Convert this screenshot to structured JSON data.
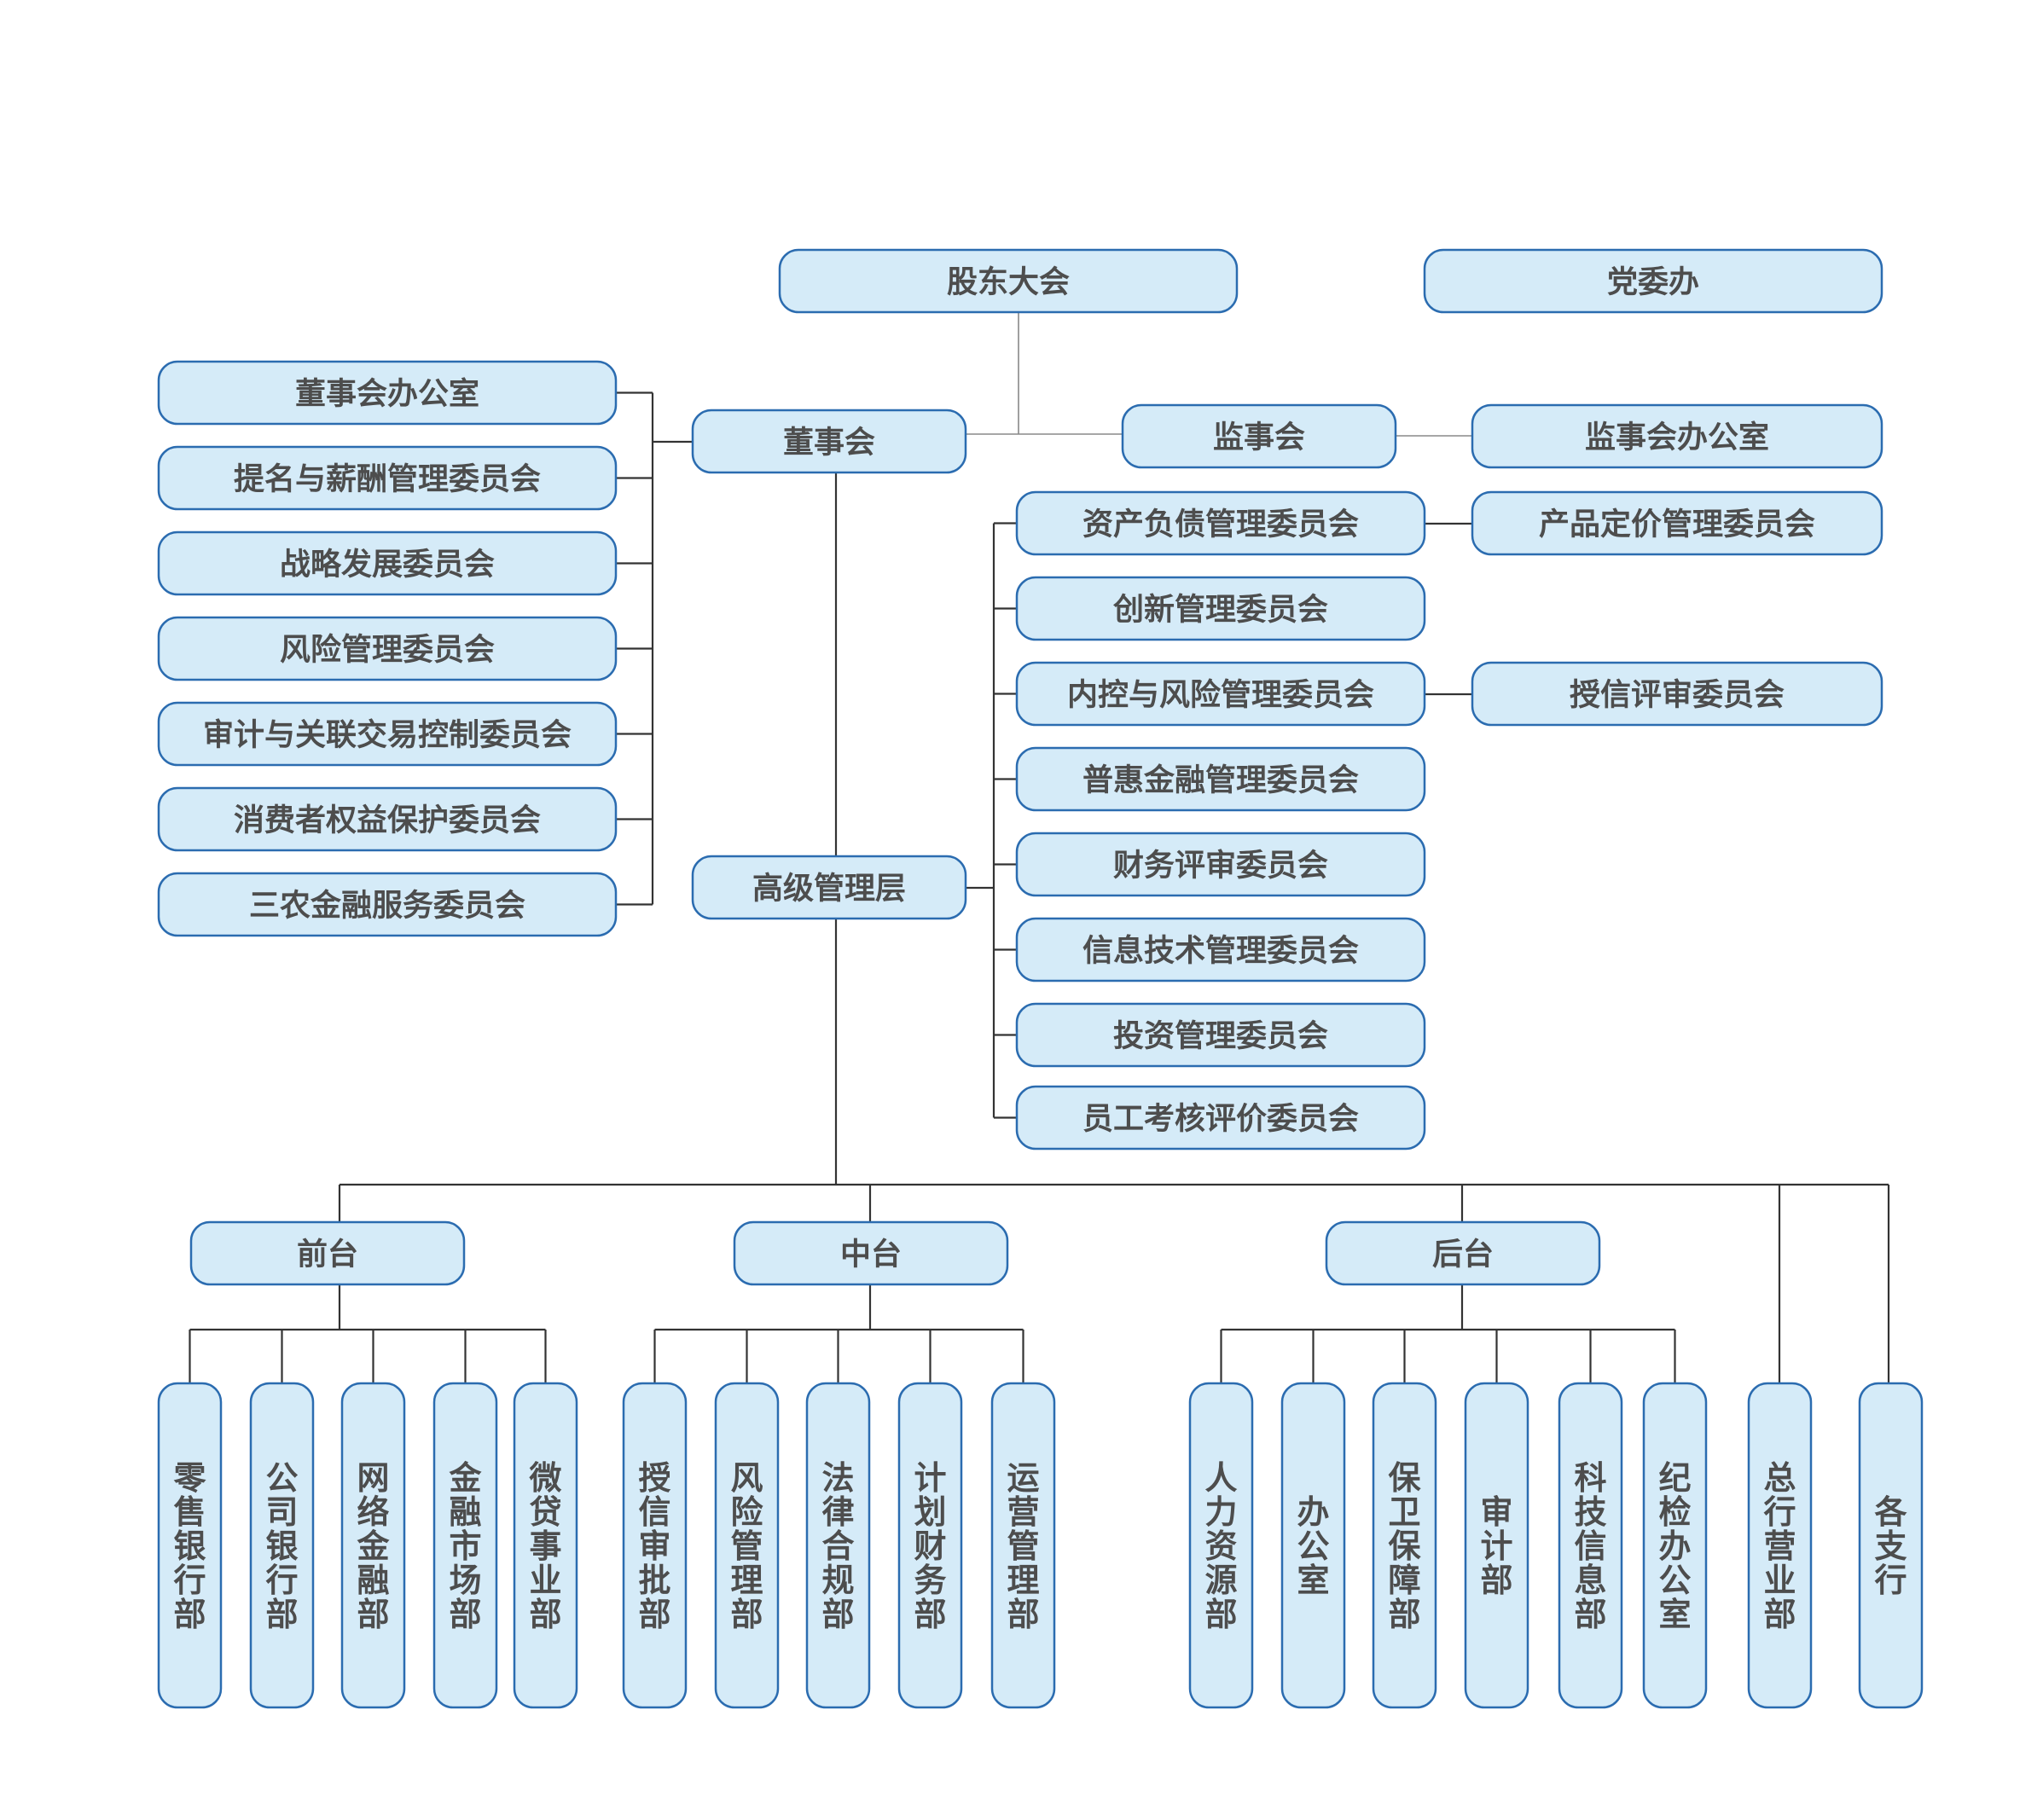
{
  "top": {
    "shareholders": "股东大会",
    "party_office": "党委办"
  },
  "board": {
    "label": "董事会",
    "committees": [
      "董事会办公室",
      "提名与薪酬管理委员会",
      "战略发展委员会",
      "风险管理委员会",
      "审计与关联交易控制委员会",
      "消费者权益保护委员会",
      "三农金融服务委员会"
    ]
  },
  "supervisory": {
    "label": "监事会",
    "office": "监事会办公室"
  },
  "management": {
    "label": "高级管理层",
    "committees": [
      "资产负债管理委员会",
      "创新管理委员会",
      "内控与风险管理委员会",
      "普惠金融管理委员会",
      "财务评审委员会",
      "信息技术管理委员会",
      "投资管理委员会",
      "员工考核评价委员会"
    ],
    "sub_committees": [
      "产品定价管理委员会",
      "授信评审委员会"
    ]
  },
  "groups": [
    {
      "label": "前台",
      "departments": [
        "零售银行部",
        "公司银行部",
        "网络金融部",
        "金融市场部",
        "微贷事业部"
      ]
    },
    {
      "label": "中台",
      "departments": [
        "授信审批部",
        "风险管理部",
        "法律合规部",
        "计划财务部",
        "运营管理部"
      ]
    },
    {
      "label": "后台",
      "departments": [
        "人力资源部",
        "办公室",
        "保卫保障部",
        "审计部",
        "科技信息部",
        "纪检办公室"
      ]
    }
  ],
  "standalone": [
    "总行营业部",
    "各支行"
  ],
  "colors": {
    "box_fill": "#d5ebf8",
    "box_border": "#2b6cb0",
    "text": "#4d4d4d",
    "line": "#333333"
  }
}
